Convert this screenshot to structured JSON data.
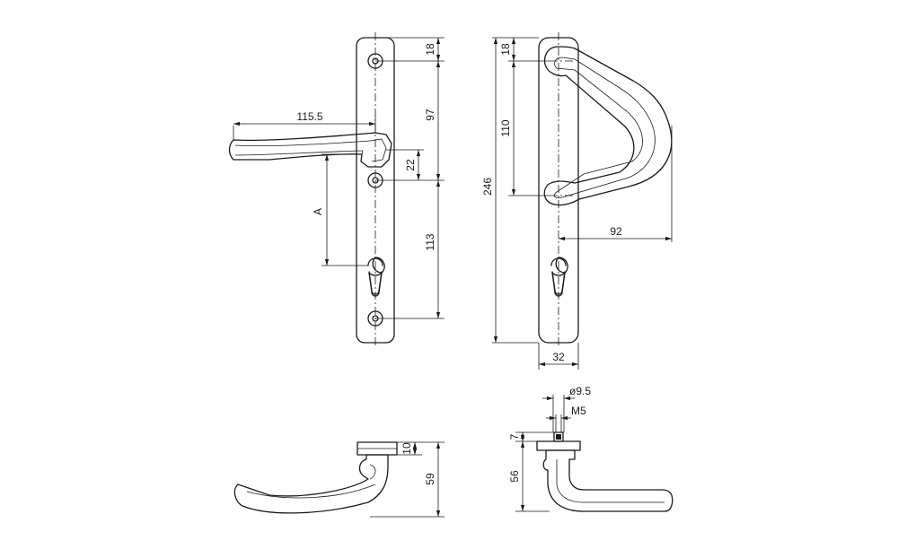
{
  "colors": {
    "stroke": "#1a1a1a",
    "background": "#ffffff"
  },
  "labels": {
    "front_lever_length": "115.5",
    "front_top_hole": "18",
    "front_hole_to_lever": "97",
    "front_lever_offset": "22",
    "front_hole_to_cylinder": "113",
    "front_backset": "A",
    "pull_top": "18",
    "pull_span": "110",
    "pull_overall_height": "246",
    "pull_projection": "92",
    "plate_width": "32",
    "spindle_diameter": "ø9.5",
    "thread": "M5",
    "rose_height": "10",
    "lever_projection": "59",
    "base_height": "7",
    "pull_lever_projection": "56"
  }
}
